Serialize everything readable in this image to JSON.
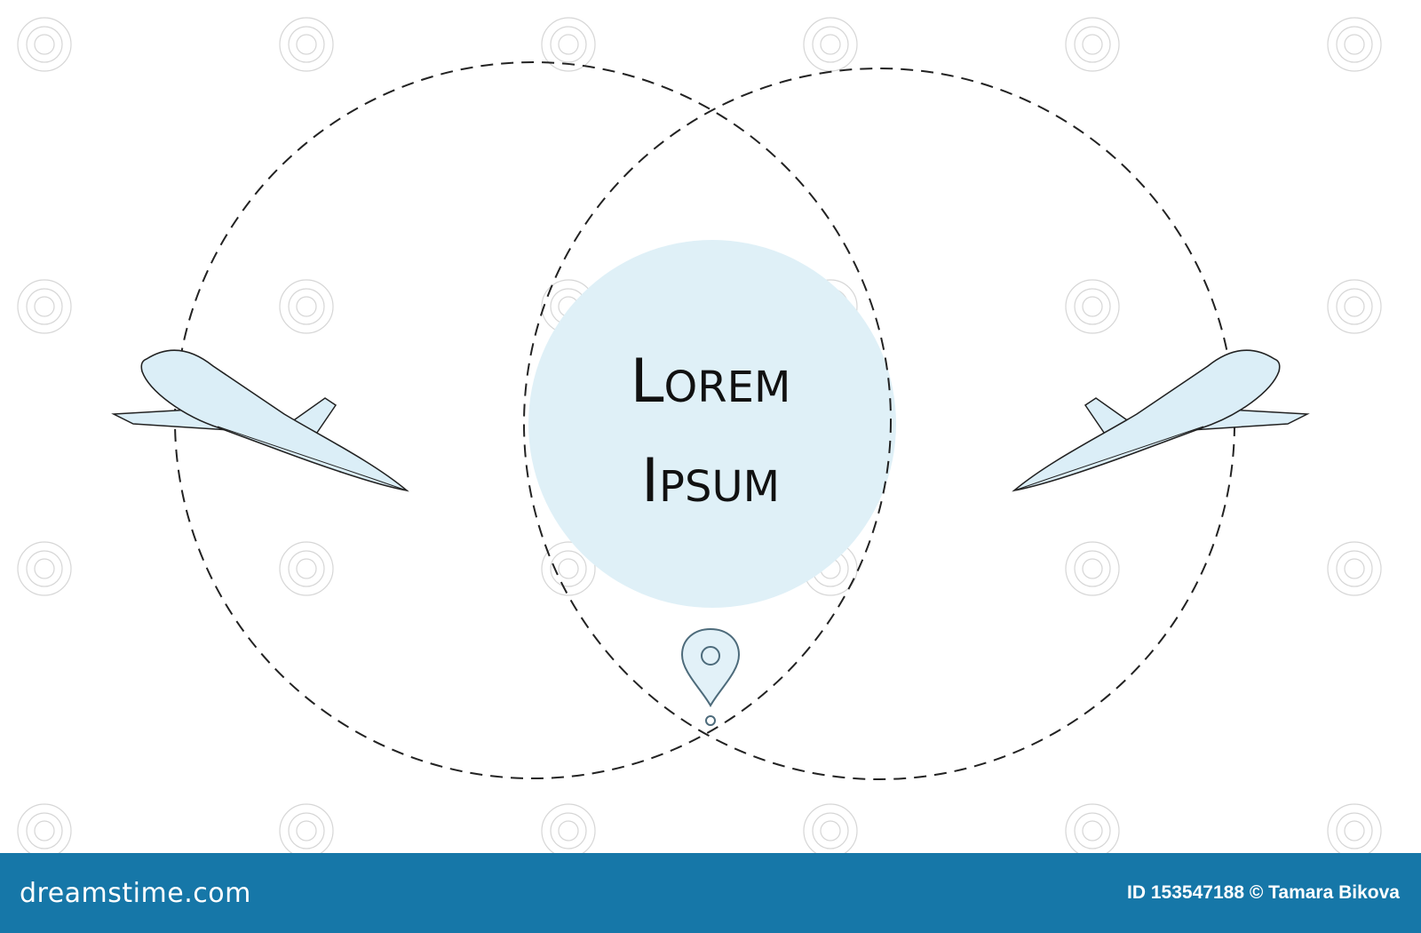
{
  "diagram": {
    "title_line1": "Lorem",
    "title_line2": "Ipsum"
  },
  "icons": {
    "left_plane": "airplane-icon",
    "right_plane": "airplane-icon",
    "center_marker": "map-pin-icon"
  },
  "footer": {
    "logo": "dreamstime.com",
    "credit": "ID 153547188 © Tamara Bikova"
  },
  "colors": {
    "center_fill": "#dff0f7",
    "plane_fill": "#dbeef7",
    "stroke": "#222222",
    "pin_stroke": "#4d6b7b",
    "footer_bg": "#1677a8",
    "watermark": "#d6d6d6"
  }
}
